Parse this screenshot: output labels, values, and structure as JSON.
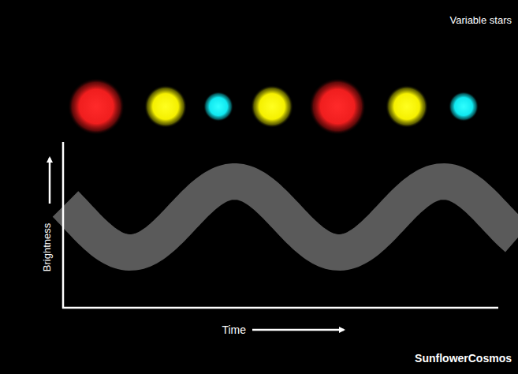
{
  "diagram": {
    "title": "Variable stars",
    "labels": [
      "Brightness",
      "Time",
      "SunflowerCosmos"
    ]
  }
}
